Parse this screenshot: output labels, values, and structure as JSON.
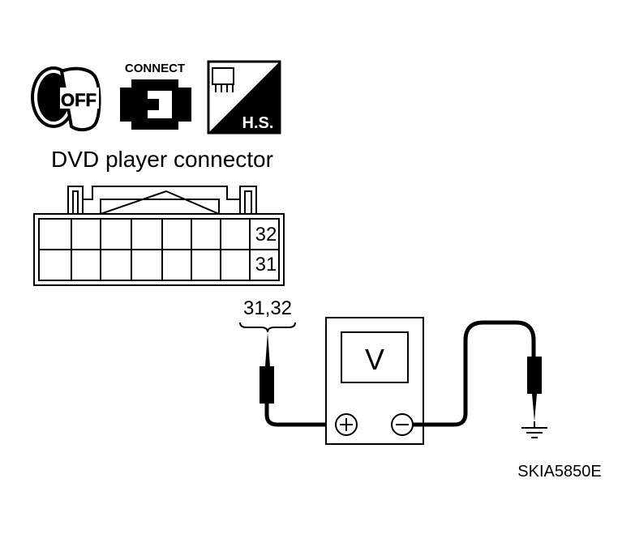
{
  "icons": {
    "ignition": {
      "icon": "ignition-key-off-icon",
      "label": "OFF"
    },
    "connect": {
      "icon": "connector-connect-icon",
      "label": "CONNECT"
    },
    "harness": {
      "icon": "harness-side-icon",
      "label": "H.S."
    }
  },
  "connector": {
    "title": "DVD player connector",
    "pin_top_right": "32",
    "pin_bottom_right": "31"
  },
  "probe": {
    "label": "31,32"
  },
  "meter": {
    "display": "V",
    "positive": "+",
    "negative": "−"
  },
  "figure_id": "SKIA5850E"
}
